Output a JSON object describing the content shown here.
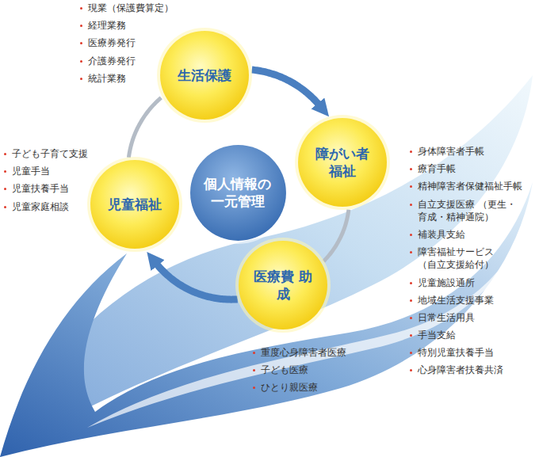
{
  "diagram": {
    "nodes": [
      {
        "text": [
          "生活保護"
        ]
      },
      {
        "text": [
          "児童福祉"
        ]
      },
      {
        "text": [
          "個人情報の 一元管理"
        ]
      },
      {
        "text": [
          "障がい者 福祉"
        ]
      },
      {
        "text": [
          "医療費 助成"
        ]
      }
    ],
    "edges": [
      {
        "from": 0,
        "to": 3,
        "arrow": "to"
      },
      {
        "from": 3,
        "to": 4,
        "arrow": "none"
      },
      {
        "from": 4,
        "to": 1,
        "arrow": "to"
      },
      {
        "from": 1,
        "to": 0,
        "arrow": "none"
      }
    ],
    "labels": [
      "現業（保護費算定）",
      "経理業務",
      "医療券発行",
      "介護券発行",
      "統計業務",
      "子ども子育て支援",
      "児童手当",
      "児童扶養手当",
      "児童家庭相談",
      "重度心身障害者医療",
      "子ども医療",
      "ひとり親医療",
      "身体障害者手帳",
      "療育手帳",
      "精神障害者保健福祉手帳",
      "自立支援医療 （更生・育成・精神通院）",
      "補装具支給",
      "障害福祉サービス （自立支援給付）",
      "児童施設通所",
      "地域生活支援事業",
      "日常生活用具",
      "手当支給",
      "特別児童扶養手当",
      "心身障害者扶養共済"
    ]
  }
}
